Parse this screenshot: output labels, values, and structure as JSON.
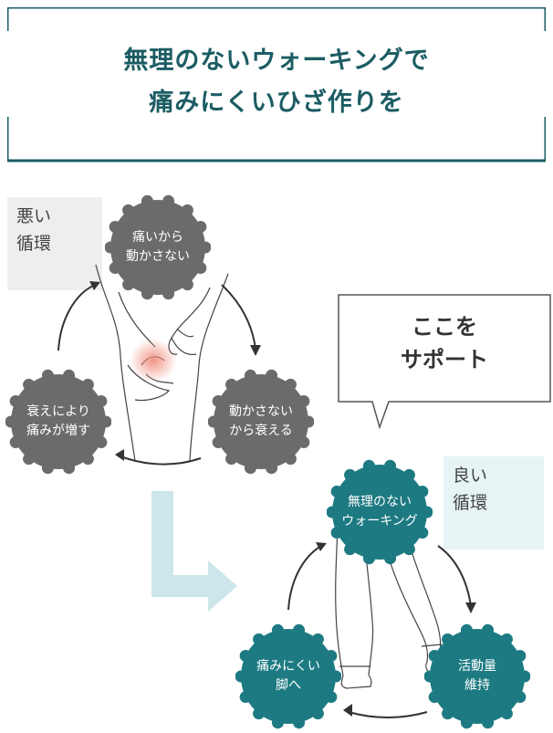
{
  "title": {
    "line1": "無理のないウォーキングで",
    "line2": "痛みにくいひざ作りを"
  },
  "bad_cycle": {
    "label_line1": "悪い",
    "label_line2": "循環",
    "color": "#6b6b6b",
    "nodes": [
      {
        "line1": "痛いから",
        "line2": "動かさない"
      },
      {
        "line1": "動かさない",
        "line2": "から衰える"
      },
      {
        "line1": "衰えにより",
        "line2": "痛みが増す"
      }
    ]
  },
  "callout": {
    "line1": "ここを",
    "line2": "サポート"
  },
  "good_cycle": {
    "label_line1": "良い",
    "label_line2": "循環",
    "color": "#1d7a82",
    "nodes": [
      {
        "line1": "無理のない",
        "line2": "ウォーキング"
      },
      {
        "line1": "活動量",
        "line2": "維持"
      },
      {
        "line1": "痛みにくい",
        "line2": "脚へ"
      }
    ]
  },
  "colors": {
    "title": "#1b5c63",
    "arrow_light": "#cde6ea",
    "pain_spot": "#f08a7a"
  },
  "icons": [
    "cycle-arrow-icon",
    "down-right-arrow-icon",
    "knee-illustration",
    "walking-legs-illustration"
  ]
}
